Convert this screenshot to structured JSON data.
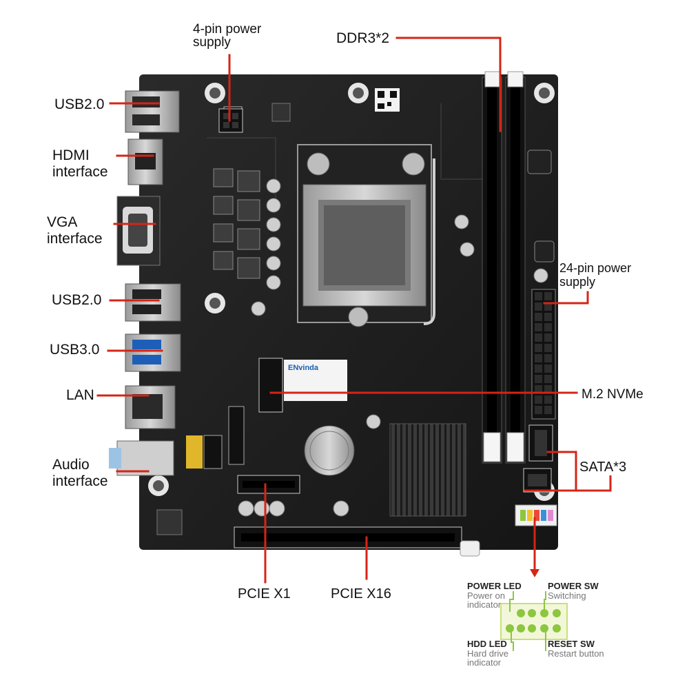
{
  "labels": {
    "power4": [
      "4-pin power",
      "supply"
    ],
    "ddr3": "DDR3*2",
    "usb20_top": "USB2.0",
    "hdmi": [
      "HDMI",
      "interface"
    ],
    "vga": [
      "VGA",
      "interface"
    ],
    "usb20_mid": "USB2.0",
    "usb30": "USB3.0",
    "lan": "LAN",
    "audio": [
      "Audio",
      "interface"
    ],
    "power24": [
      "24-pin power",
      "supply"
    ],
    "m2": "M.2 NVMe",
    "sata": "SATA*3",
    "pcie_x1": "PCIE X1",
    "pcie_x16": "PCIE X16"
  },
  "front_panel": {
    "power_led": {
      "title": "POWER LED",
      "sub": [
        "Power on",
        "indicator"
      ]
    },
    "power_sw": {
      "title": "POWER SW",
      "sub": [
        "Switching"
      ]
    },
    "hdd_led": {
      "title": "HDD LED",
      "sub": [
        "Hard drive",
        "indicator"
      ]
    },
    "reset_sw": {
      "title": "RESET SW",
      "sub": [
        "Restart button"
      ]
    }
  },
  "board_print": {
    "brand": "ENvinda"
  },
  "colors": {
    "callout": "#d62416",
    "board": "#1c1c1c",
    "pin_green": "#8dc63f",
    "pin_box": "#c7e07a"
  }
}
